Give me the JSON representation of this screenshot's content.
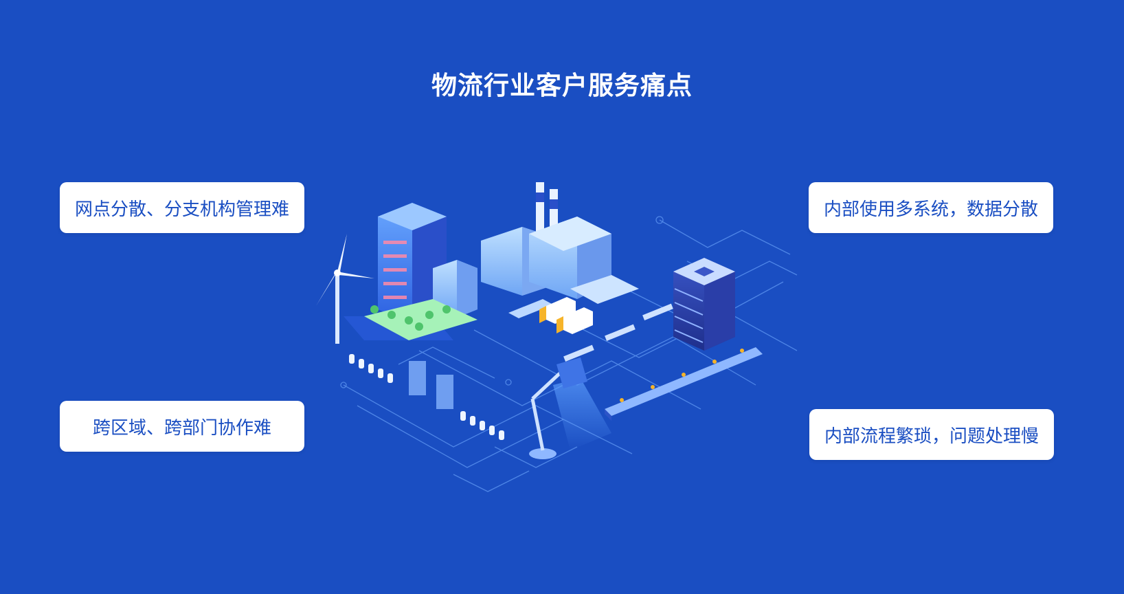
{
  "page": {
    "title": "物流行业客户服务痛点",
    "background_color": "#1a4ec2"
  },
  "pain_points": {
    "top_left": "网点分散、分支机构管理难",
    "bottom_left": "跨区域、跨部门协作难",
    "top_right": "内部使用多系统，数据分散",
    "bottom_right": "内部流程繁琐，问题处理慢"
  },
  "illustration": {
    "icon": "isometric-logistics-city-illustration"
  }
}
